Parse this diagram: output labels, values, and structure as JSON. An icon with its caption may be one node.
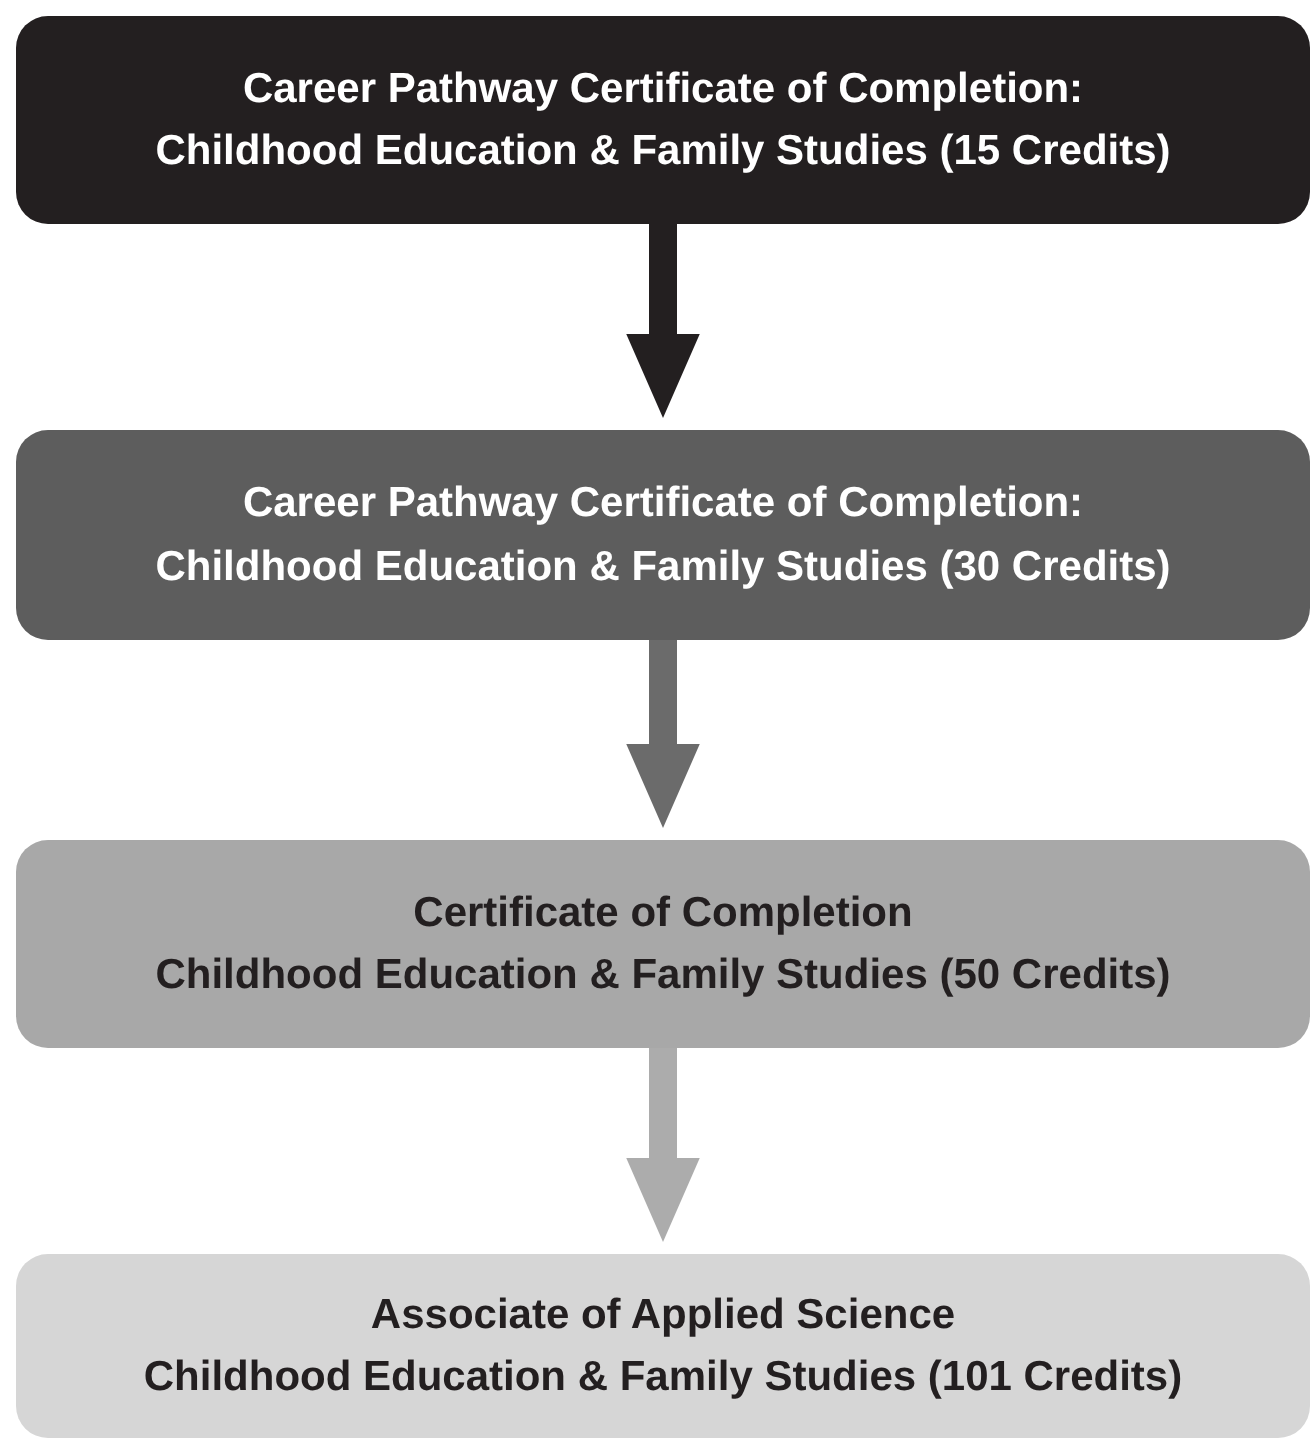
{
  "diagram": {
    "nodes": [
      {
        "text": [
          "Career Pathway Certificate of Completion:",
          "Childhood Education & Family Studies (15 Credits)"
        ]
      },
      {
        "text": [
          "Career Pathway Certificate of Completion:",
          "Childhood Education & Family Studies (30 Credits)"
        ]
      },
      {
        "text": [
          "Certificate of Completion",
          "Childhood Education & Family Studies (50 Credits)"
        ]
      },
      {
        "text": [
          "Associate of Applied Science",
          "Childhood Education & Family Studies (101 Credits)"
        ]
      }
    ],
    "edges": [
      {
        "from": 0,
        "to": 1,
        "arrow": "to",
        "color": "#231f20"
      },
      {
        "from": 1,
        "to": 2,
        "arrow": "to",
        "color": "#6b6b6b"
      },
      {
        "from": 2,
        "to": 3,
        "arrow": "to",
        "color": "#acacac"
      }
    ]
  }
}
